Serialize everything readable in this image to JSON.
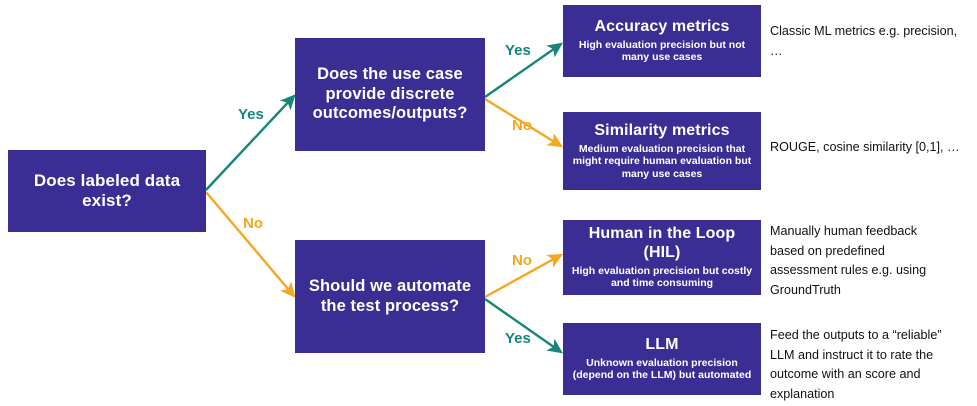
{
  "diagram": {
    "title": "LLM evaluation method decision tree",
    "colors": {
      "node_fill": "#3a2d93",
      "node_text": "#ffffff",
      "yes_edge": "#17857a",
      "no_edge": "#f5a623",
      "annotation_text": "#111111",
      "background": "#ffffff"
    },
    "nodes": {
      "root": {
        "title": "Does labeled data exist?",
        "type": "decision"
      },
      "discrete": {
        "title": "Does the use case provide discrete outcomes/outputs?",
        "type": "decision"
      },
      "automate": {
        "title": "Should we automate the test process?",
        "type": "decision"
      },
      "accuracy": {
        "title": "Accuracy metrics",
        "sub": "High evaluation precision but not many use cases",
        "type": "outcome"
      },
      "similarity": {
        "title": "Similarity metrics",
        "sub": "Medium evaluation precision that might require human evaluation but many use cases",
        "type": "outcome"
      },
      "hil": {
        "title": "Human in the Loop (HIL)",
        "sub": "High evaluation precision but costly and time consuming",
        "type": "outcome"
      },
      "llm": {
        "title": "LLM",
        "sub": "Unknown evaluation precision (depend on the LLM) but automated",
        "type": "outcome"
      }
    },
    "edge_labels": {
      "root_yes": "Yes",
      "root_no": "No",
      "discrete_yes": "Yes",
      "discrete_no": "No",
      "automate_no": "No",
      "automate_yes": "Yes"
    },
    "annotations": {
      "accuracy": "Classic ML metrics e.g. precision,\n…",
      "similarity": "ROUGE, cosine similarity [0,1], …",
      "hil": "Manually human feedback\nbased on predefined\nassessment rules e.g. using\nGroundTruth",
      "llm": "Feed the outputs to a “reliable”\nLLM and instruct it to rate the\noutcome with an score and\nexplanation"
    }
  }
}
